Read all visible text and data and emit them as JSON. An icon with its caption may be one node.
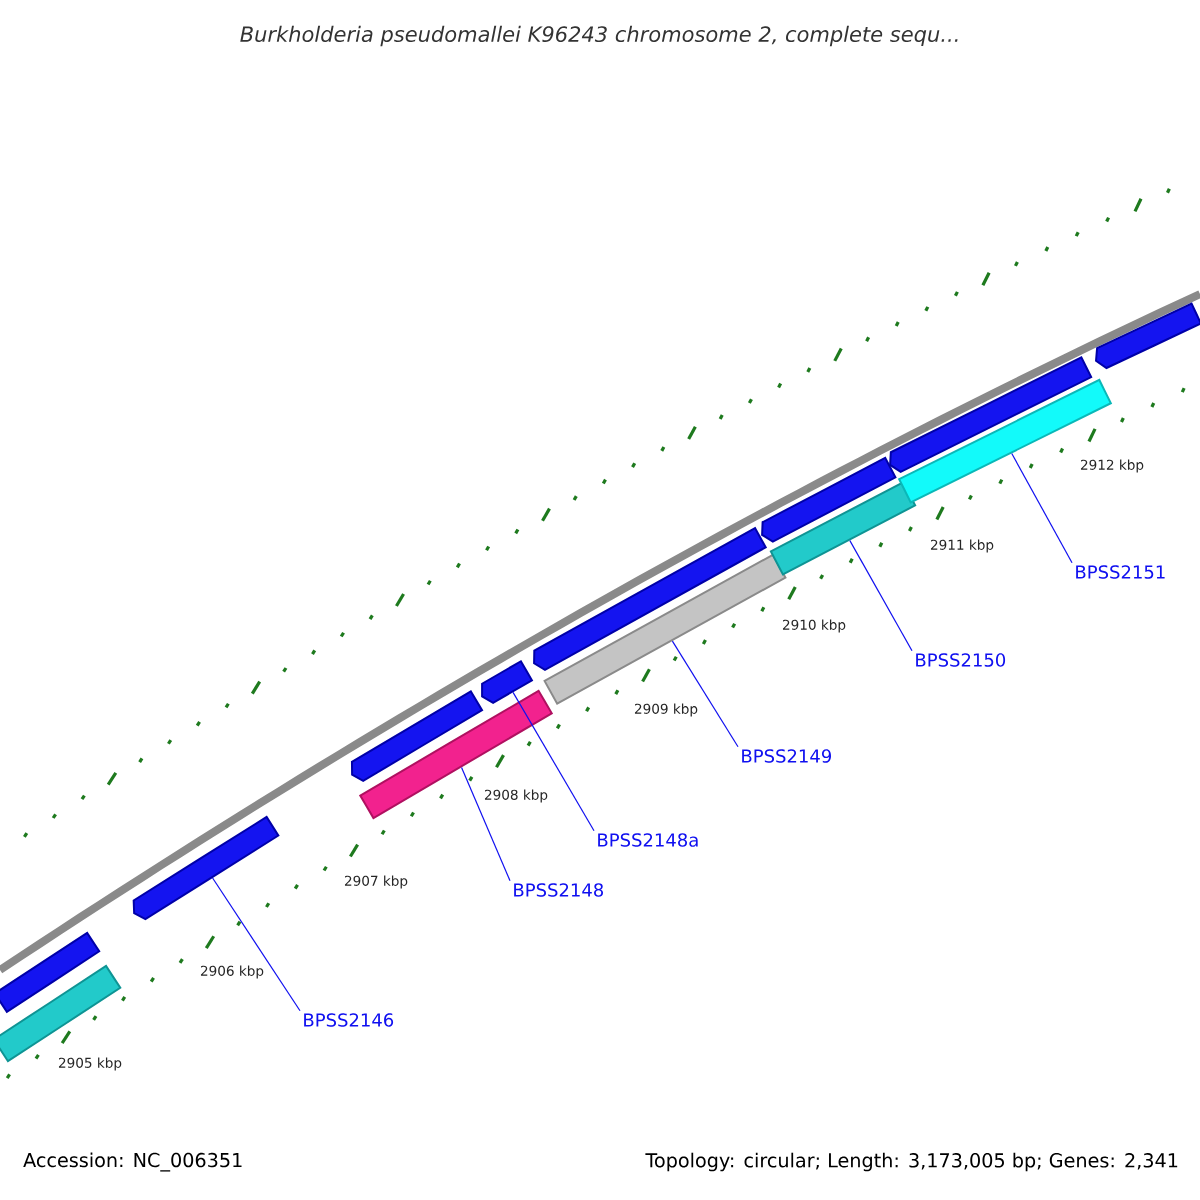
{
  "diagram": {
    "title": "Burkholderia pseudomallei K96243 chromosome 2, complete sequ...",
    "nodes": [
      {
        "text": [],
        "shape": "bar"
      },
      {
        "text": [],
        "shape": "bar"
      },
      {
        "text": [],
        "shape": "bar"
      },
      {
        "text": [],
        "shape": "bar"
      },
      {
        "text": [],
        "shape": "bar"
      },
      {
        "text": [],
        "shape": "bar"
      },
      {
        "text": [],
        "shape": "bar"
      },
      {
        "text": [],
        "shape": "bar"
      },
      {
        "text": [],
        "shape": "bar"
      },
      {
        "text": [],
        "shape": "bar"
      },
      {
        "text": [],
        "shape": "bar"
      },
      {
        "text": [],
        "shape": "bar"
      },
      {
        "text": [],
        "shape": "bar"
      },
      {
        "text": [
          "BPSS2146"
        ]
      },
      {
        "text": [
          "BPSS2148"
        ]
      },
      {
        "text": [
          "BPSS2148a"
        ]
      },
      {
        "text": [
          "BPSS2149"
        ]
      },
      {
        "text": [
          "BPSS2150"
        ]
      },
      {
        "text": [
          "BPSS2151"
        ]
      }
    ],
    "edges": [
      {
        "from": 13,
        "to": 2,
        "arrow": "none"
      },
      {
        "from": 14,
        "to": 4,
        "arrow": "none"
      },
      {
        "from": 15,
        "to": 5,
        "arrow": "none"
      },
      {
        "from": 16,
        "to": 7,
        "arrow": "none"
      },
      {
        "from": 17,
        "to": 9,
        "arrow": "none"
      },
      {
        "from": 18,
        "to": 11,
        "arrow": "none"
      }
    ],
    "labels": [
      "2912 kbp",
      "2911 kbp",
      "2910 kbp",
      "2909 kbp",
      "2908 kbp",
      "2907 kbp",
      "2906 kbp",
      "2905 kbp",
      "Accession: NC_006351",
      "Topology: circular; Length: 3,173,005 bp; Genes: 2,341"
    ]
  }
}
